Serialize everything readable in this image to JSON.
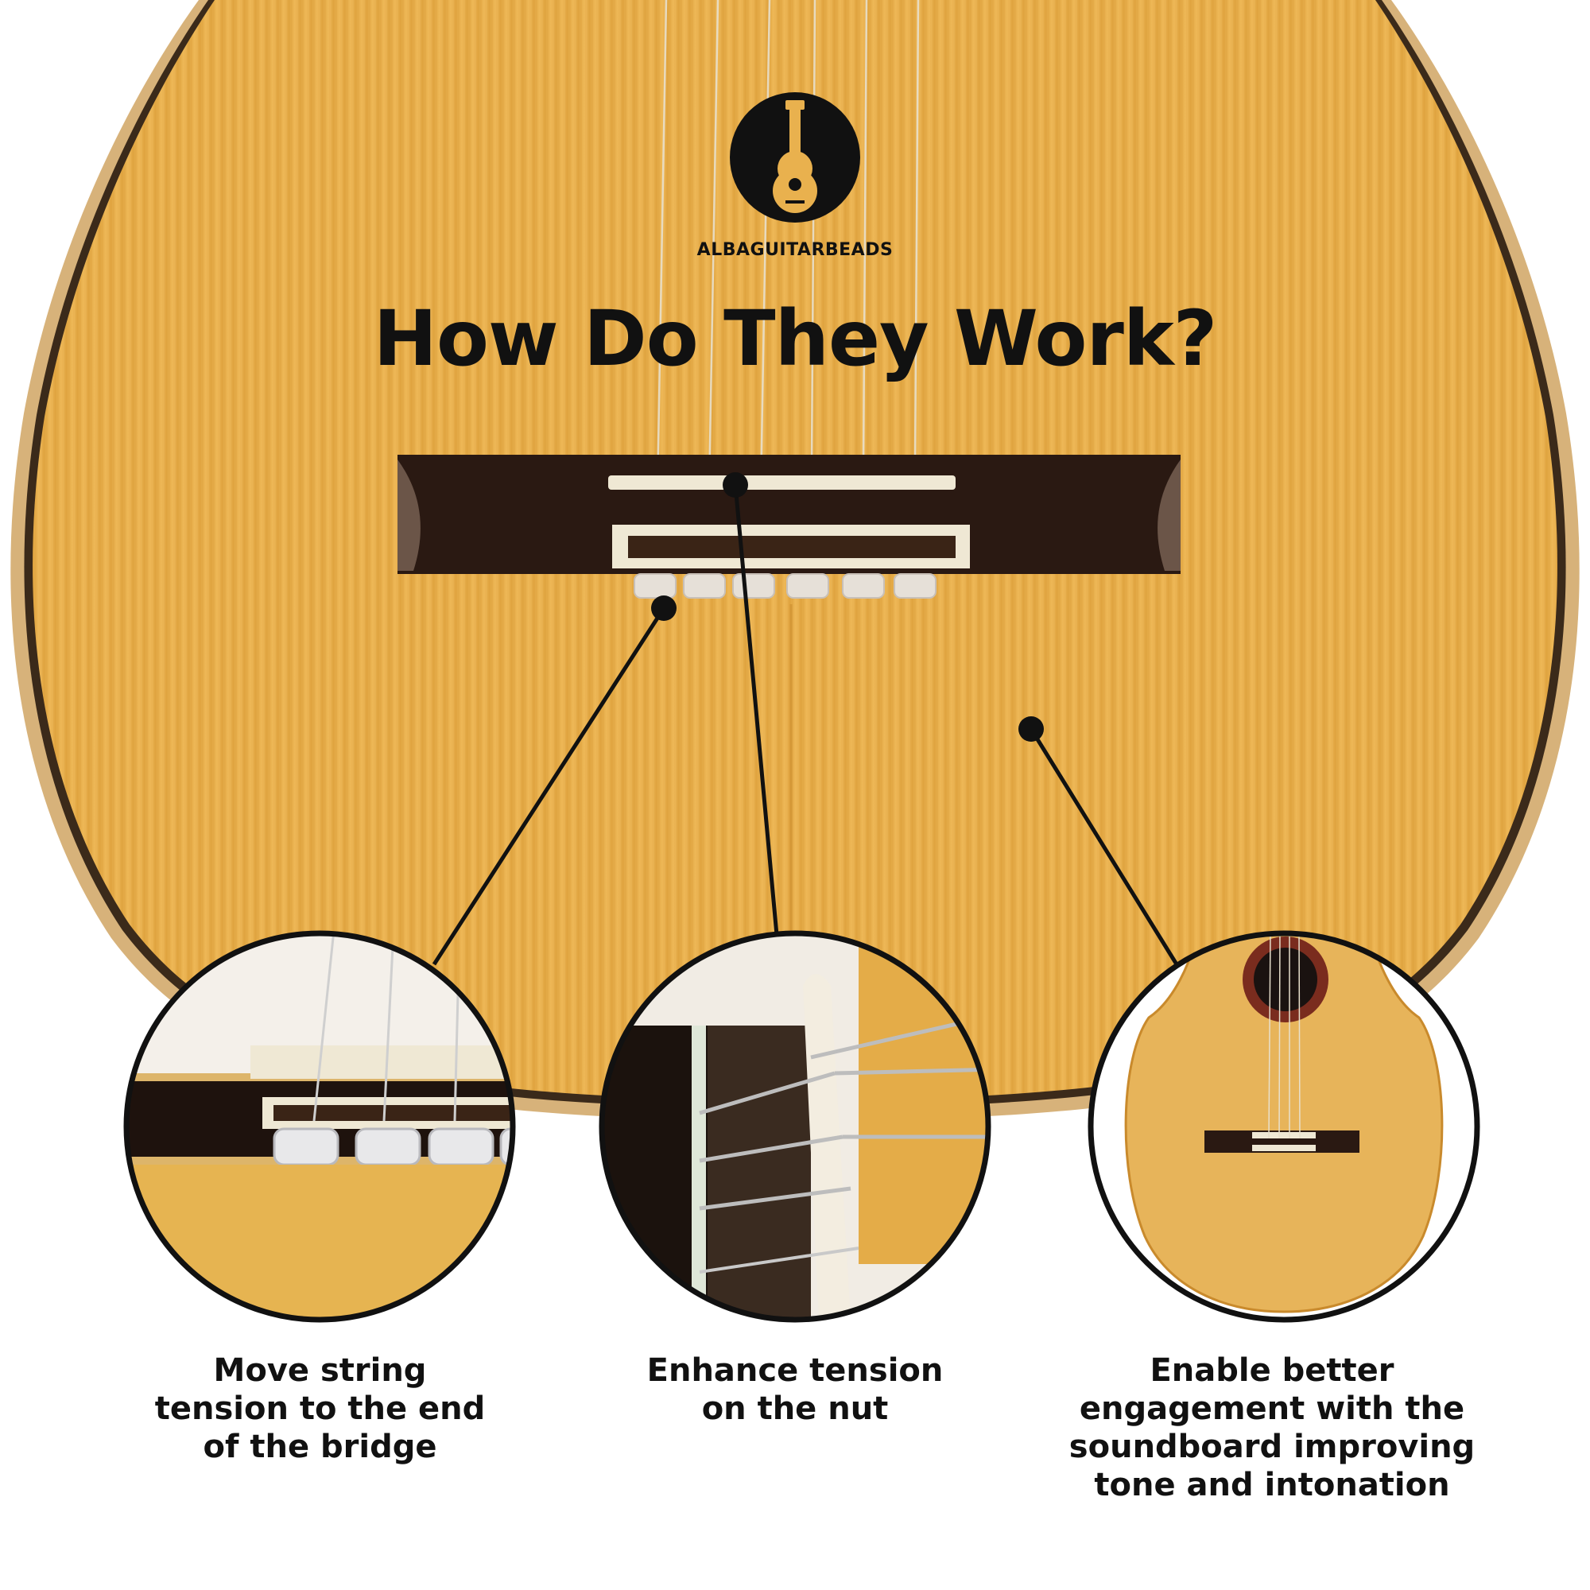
{
  "brand": {
    "name": "ALBAGUITARBEADS"
  },
  "headline": "How Do They Work?",
  "captions": [
    {
      "lines": [
        "Move string",
        "tension to the end",
        "of the bridge"
      ]
    },
    {
      "lines": [
        "Enhance tension",
        "on the nut"
      ]
    },
    {
      "lines": [
        "Enable better",
        "engagement with the",
        "soundboard improving",
        "tone and intonation"
      ]
    }
  ],
  "colors": {
    "wood": "#e9b14e",
    "bridge": "#2a1912",
    "ink": "#111111",
    "bone": "#efe8d4"
  }
}
